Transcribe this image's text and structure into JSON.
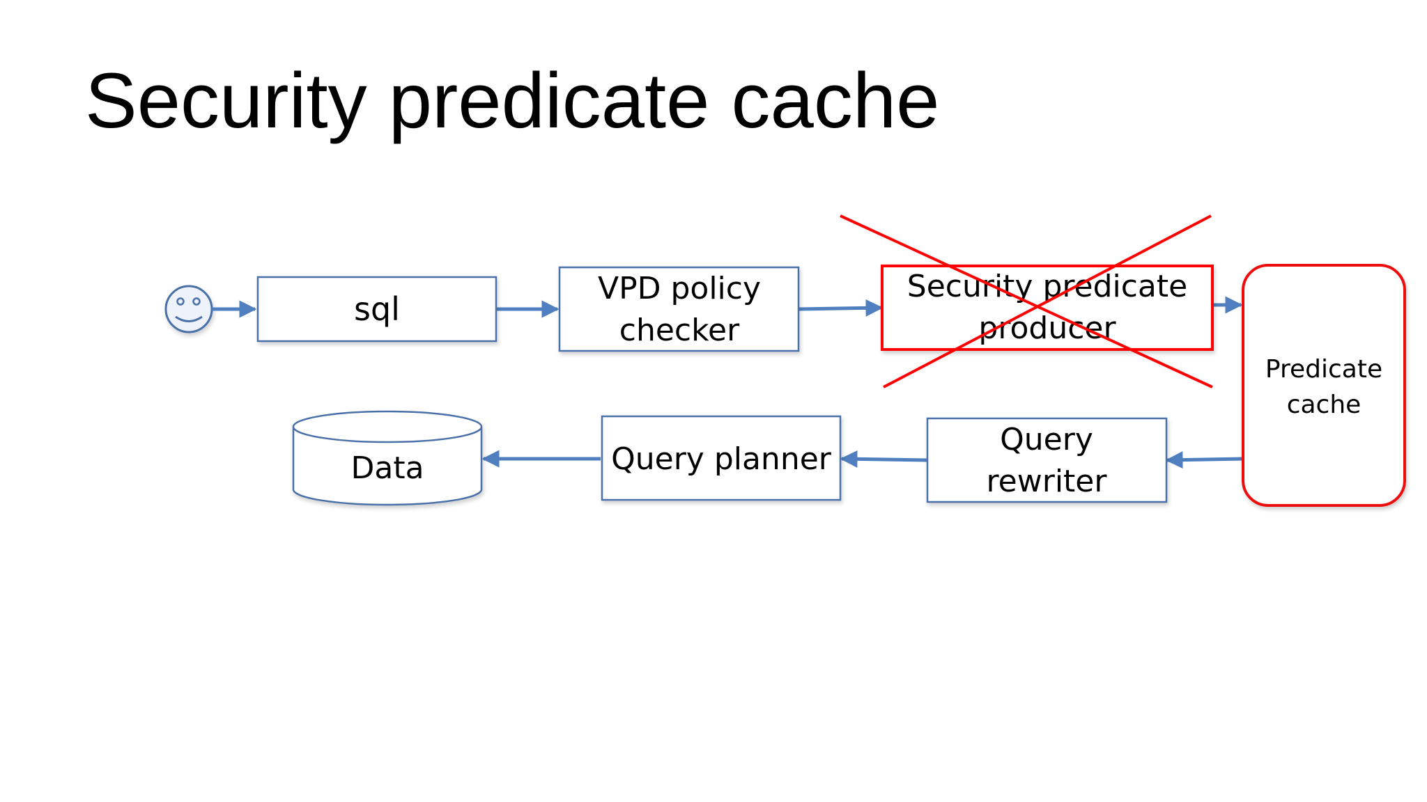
{
  "slide": {
    "title": "Security predicate cache"
  },
  "diagram": {
    "user_icon": "smiley-user-icon",
    "nodes": {
      "sql": {
        "label_lines": [
          "sql"
        ]
      },
      "vpd_policy_checker": {
        "label_lines": [
          "VPD policy",
          "checker"
        ]
      },
      "security_predicate_producer": {
        "label_lines": [
          "Security predicate",
          "producer"
        ],
        "crossed_out": true
      },
      "predicate_cache": {
        "label_lines": [
          "Predicate",
          "cache"
        ]
      },
      "query_rewriter": {
        "label_lines": [
          "Query",
          "rewriter"
        ]
      },
      "query_planner": {
        "label_lines": [
          "Query planner"
        ]
      },
      "data": {
        "label_lines": [
          "Data"
        ],
        "shape": "cylinder"
      }
    },
    "edges": [
      {
        "from": "user",
        "to": "sql"
      },
      {
        "from": "sql",
        "to": "vpd_policy_checker"
      },
      {
        "from": "vpd_policy_checker",
        "to": "security_predicate_producer"
      },
      {
        "from": "security_predicate_producer",
        "to": "predicate_cache"
      },
      {
        "from": "predicate_cache",
        "to": "query_rewriter"
      },
      {
        "from": "query_rewriter",
        "to": "query_planner"
      },
      {
        "from": "query_planner",
        "to": "data"
      }
    ],
    "colors": {
      "box_border": "#4a6fa8",
      "arrow": "#4f7fbf",
      "highlight": "#ff0000",
      "text": "#000000"
    }
  }
}
